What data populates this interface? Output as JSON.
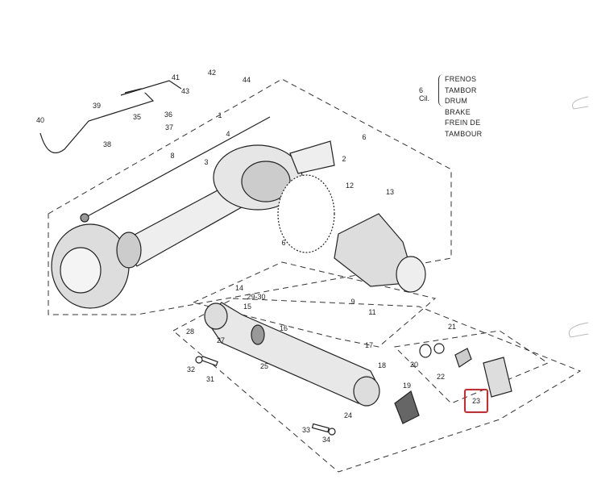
{
  "legend": {
    "engine": "6 Cil.",
    "lines": [
      "FRENOS  TAMBOR",
      "DRUM   BRAKE",
      "FREIN  DE  TAMBOUR"
    ]
  },
  "parts": [
    "42",
    "41",
    "44",
    "43",
    "1",
    "39",
    "36",
    "35",
    "37",
    "40",
    "38",
    "4",
    "6",
    "2",
    "8",
    "3",
    "12",
    "13",
    "6",
    "14",
    "29-30",
    "15",
    "9",
    "11",
    "28",
    "16",
    "27",
    "21",
    "17",
    "20",
    "25",
    "18",
    "22",
    "32",
    "31",
    "19",
    "24",
    "33",
    "34"
  ],
  "highlighted_part": "23",
  "highlight_color": "#d6262b"
}
